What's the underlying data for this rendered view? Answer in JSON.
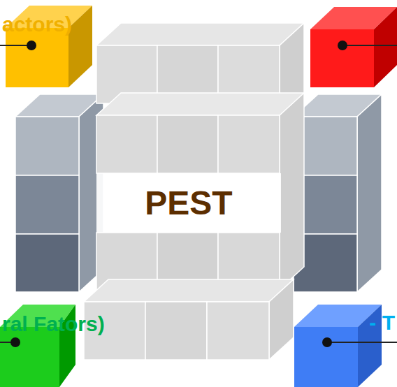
{
  "diagram": {
    "nodes": [
      {
        "text": [
          "PEST"
        ]
      }
    ],
    "labels": [
      "actors)",
      "ral Fators)",
      "- T"
    ]
  }
}
